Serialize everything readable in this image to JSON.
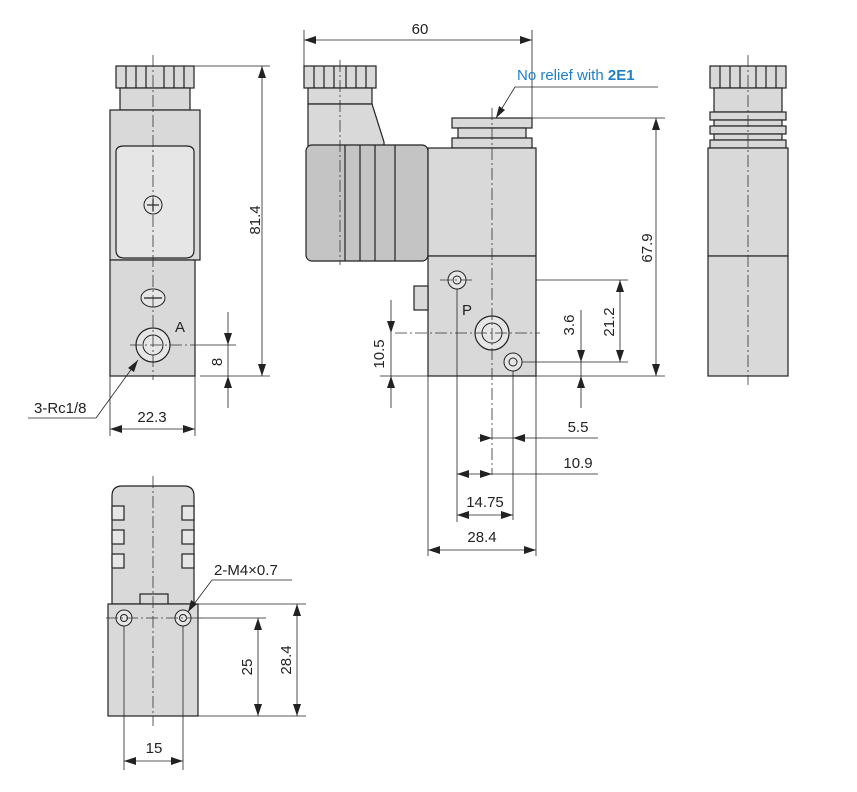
{
  "dimensions": {
    "top_width": "60",
    "left_height": "81.4",
    "left_width": "22.3",
    "port_a_offset": "8",
    "right_height": "67.9",
    "p_height": "21.2",
    "small_hole_offset": "3.6",
    "port_p_offset": "10.5",
    "d_5_5": "5.5",
    "d_10_9": "10.9",
    "d_14_75": "14.75",
    "d_28_4_horizontal": "28.4",
    "bottom_width": "15",
    "bottom_h25": "25",
    "bottom_h28_4": "28.4"
  },
  "labels": {
    "port_a": "A",
    "port_p": "P",
    "port_thread": "3-Rc1/8",
    "mount_thread": "2-M4×0.7"
  },
  "note": {
    "prefix": "No relief with ",
    "code": "2E1",
    "color": "#1e7fc8"
  }
}
